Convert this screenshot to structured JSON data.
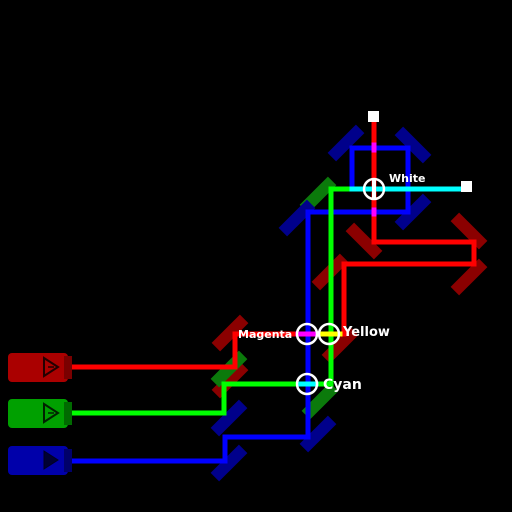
{
  "colors": {
    "background": "#000000",
    "red": "#ff0000",
    "green": "#00ff00",
    "blue": "#0000ff",
    "cyan": "#00ffff",
    "magenta": "#ff00ff",
    "yellow": "#ffff00",
    "white": "#ffffff",
    "mirror_red": "#8b0000",
    "mirror_green": "#0b7a0b",
    "mirror_blue": "#00008b"
  },
  "lasers": [
    {
      "id": "red",
      "icon": "red-laser-emitter-icon"
    },
    {
      "id": "green",
      "icon": "green-laser-emitter-icon"
    },
    {
      "id": "blue",
      "icon": "blue-laser-emitter-icon"
    }
  ],
  "targets": {
    "magenta": {
      "label": "Magenta",
      "icon": "target-ring-icon"
    },
    "yellow": {
      "label": "Yellow",
      "icon": "target-ring-icon"
    },
    "cyan": {
      "label": "Cyan",
      "icon": "target-ring-icon"
    },
    "white": {
      "label": "White",
      "icon": "target-ring-icon"
    }
  },
  "goals": [
    {
      "icon": "goal-square-icon"
    },
    {
      "icon": "goal-square-icon"
    }
  ]
}
